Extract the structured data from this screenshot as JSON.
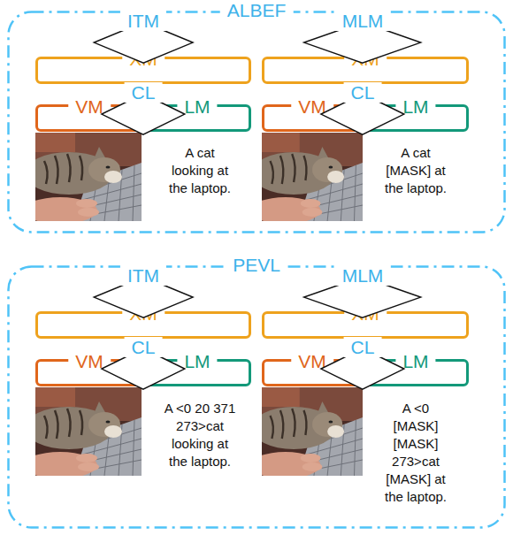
{
  "diagram": {
    "nodes": [
      {
        "text": [
          "ALBEF"
        ]
      },
      {
        "text": [
          "ITM"
        ],
        "in": 0
      },
      {
        "text": [
          "MLM"
        ],
        "in": 0
      },
      {
        "text": [
          "XM"
        ],
        "in": 0
      },
      {
        "text": [
          "XM"
        ],
        "in": 0
      },
      {
        "text": [
          "VM"
        ],
        "in": 0
      },
      {
        "text": [
          "CL"
        ],
        "in": 0
      },
      {
        "text": [
          "LM"
        ],
        "in": 0
      },
      {
        "text": [
          "VM"
        ],
        "in": 0
      },
      {
        "text": [
          "CL"
        ],
        "in": 0
      },
      {
        "text": [
          "LM"
        ],
        "in": 0
      },
      {
        "text": [
          "PEVL"
        ]
      },
      {
        "text": [
          "ITM"
        ],
        "in": 11
      },
      {
        "text": [
          "MLM"
        ],
        "in": 11
      },
      {
        "text": [
          "XM"
        ],
        "in": 11
      },
      {
        "text": [
          "XM"
        ],
        "in": 11
      },
      {
        "text": [
          "VM"
        ],
        "in": 11
      },
      {
        "text": [
          "CL"
        ],
        "in": 11
      },
      {
        "text": [
          "LM"
        ],
        "in": 11
      },
      {
        "text": [
          "VM"
        ],
        "in": 11
      },
      {
        "text": [
          "CL"
        ],
        "in": 11
      },
      {
        "text": [
          "LM"
        ],
        "in": 11
      }
    ],
    "labels": [
      "A cat looking at the laptop.",
      "A cat [MASK] at the laptop.",
      "A <0 20 371 273>cat looking at the laptop.",
      "A <0 [MASK] [MASK] 273>cat [MASK] at the laptop."
    ]
  }
}
